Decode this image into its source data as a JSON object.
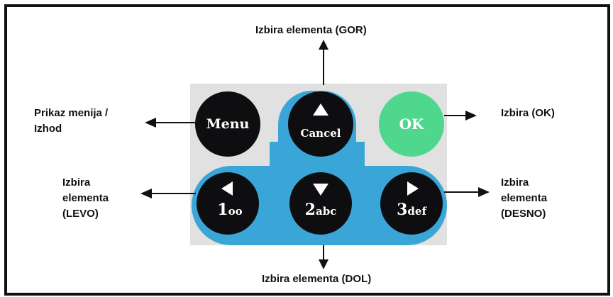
{
  "colors": {
    "frame": "#111111",
    "panel": "#e1e1e1",
    "keypad_blue": "#3aa6d8",
    "key_black": "#0e0e10",
    "ok_green": "#4fd78e",
    "arrow": "#111111"
  },
  "labels": {
    "up": "Izbira elementa (GOR)",
    "down": "Izbira elementa (DOL)",
    "ok": "Izbira (OK)",
    "menu_line1": "Prikaz menija /",
    "menu_line2": "Izhod",
    "left_line1": "Izbira",
    "left_line2": "elementa",
    "left_line3": "(LEVO)",
    "right_line1": "Izbira",
    "right_line2": "elementa",
    "right_line3": "(DESNO)"
  },
  "keys": {
    "menu": {
      "text": "Menu",
      "icon": "none"
    },
    "cancel": {
      "text": "Cancel",
      "icon": "up-triangle-icon"
    },
    "ok": {
      "text": "OK",
      "icon": "none"
    },
    "left": {
      "digit": "1",
      "letters": "oo",
      "icon": "left-triangle-icon"
    },
    "down": {
      "digit": "2",
      "letters": "abc",
      "icon": "down-triangle-icon"
    },
    "right": {
      "digit": "3",
      "letters": "def",
      "icon": "right-triangle-icon"
    }
  }
}
